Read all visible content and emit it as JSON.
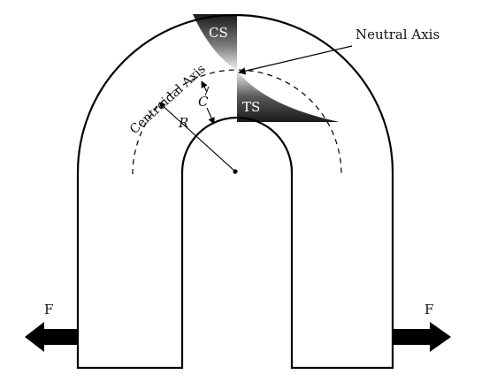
{
  "diagram": {
    "labels": {
      "neutral_axis": "Neutral Axis",
      "centroidal_axis": "Centroidal Axis",
      "compressive_stress": "CS",
      "tensile_stress": "TS",
      "radius": "R",
      "offset": "C",
      "force_left": "F",
      "force_right": "F"
    },
    "colors": {
      "outline": "#000000",
      "stress_dark": "#1a1a1a",
      "stress_light": "#f2f2f2",
      "background": "#ffffff"
    }
  }
}
